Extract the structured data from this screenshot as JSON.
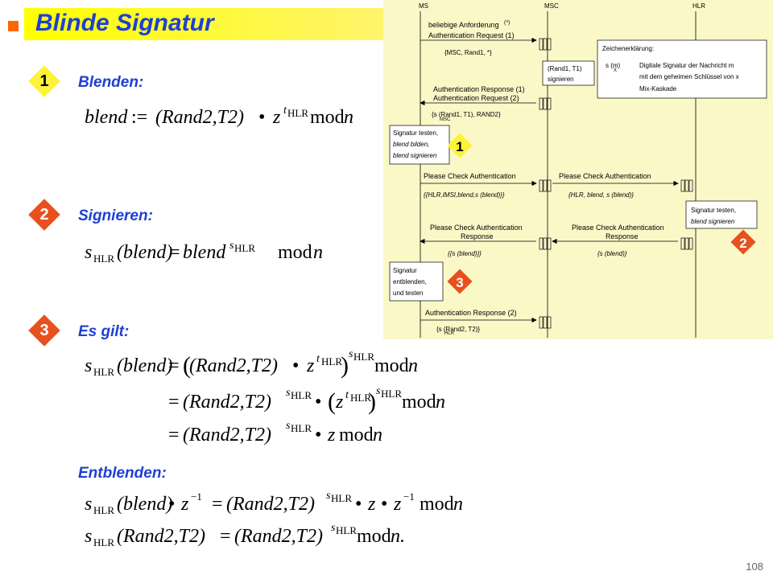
{
  "slide": {
    "title": "Blinde Signatur",
    "page_number": "108",
    "colors": {
      "title_text": "#1e3fd6",
      "title_bar": "#ffff00",
      "bullet": "#ff6600",
      "badge_yellow": "#fdf23a",
      "badge_red": "#e8501e",
      "diagram_bg": "#fbf8c8"
    }
  },
  "steps": [
    {
      "number": "1",
      "label": "Blenden:"
    },
    {
      "number": "2",
      "label": "Signieren:"
    },
    {
      "number": "3",
      "label": "Es gilt:"
    },
    {
      "label": "Entblenden:"
    }
  ],
  "formulas": {
    "blend": {
      "lhs": "blend",
      "def": ":=",
      "rand": "(Rand2,T2)",
      "z": "z",
      "sup_t": "t",
      "sup_sub": "HLR",
      "mod": "mod",
      "n": "n"
    },
    "sign": {
      "s": "s",
      "s_sub": "HLR",
      "arg": "(blend)",
      "eq": "=",
      "blend": "blend",
      "sup_s": "s",
      "sup_sub": "HLR",
      "mod": "mod",
      "n": "n"
    },
    "gilt": {
      "line1_lhs": "s",
      "line1_sub": "HLR",
      "line1_arg": "(blend)",
      "rand": "(Rand2,T2)",
      "z": "z",
      "t": "t",
      "hlr": "HLR",
      "s": "s",
      "mod": "mod",
      "n": "n",
      "eq": "="
    },
    "entblend": {
      "sub": "HLR",
      "blend_arg": "(blend)",
      "inv": "−1",
      "rand_arg": "(Rand2,T2)",
      "n_dot": "n."
    }
  },
  "sequence": {
    "actors": [
      "MS",
      "MSC",
      "HLR"
    ],
    "legend": {
      "title": "Zeichenerklärung:",
      "rows": [
        {
          "sym": "s (m)",
          "sub": "X",
          "text": "Digitale Signatur der Nachricht m"
        },
        {
          "sym": "",
          "text": "mit dem geheimen Schlüssel von x"
        },
        {
          "sym": "",
          "text": "Mix-Kaskade"
        }
      ]
    },
    "messages": [
      {
        "line1": "beliebige Anforderung",
        "line1_sup": "(*)",
        "line2": "Authentication Request (1)"
      },
      {
        "text": "{MSC, Rand1, *}"
      },
      {
        "text1": "Authentication Response (1)",
        "text2": "Authentication Request (2)"
      },
      {
        "text": "{s (Rand1, T1), RAND2}",
        "sub": "MSC"
      },
      {
        "left": "Please Check Authentication",
        "right": "Please Check Authentication"
      },
      {
        "left_sub": "{{HLR,IMSI,blend,s (blend)}}",
        "right_sub": "{HLR, blend, s (blend)}",
        "sub": "MS"
      },
      {
        "left": "Please Check Authentication",
        "left2": "Response",
        "right": "Please Check Authentication",
        "right2": "Response"
      },
      {
        "left_sub": "{{s (blend)}}",
        "right_sub": "{s (blend)}",
        "sub": "HLR"
      },
      {
        "text": "Authentication Response (2)"
      },
      {
        "text": "{s (Rand2, T2)}",
        "sub": "HLR"
      }
    ],
    "boxes": {
      "msc_sign": [
        "(Rand1, T1)",
        "signieren"
      ],
      "ms_test": [
        "Signatur testen,",
        "blend bilden,",
        "blend signieren"
      ],
      "hlr_test": [
        "Signatur testen,",
        "blend signieren"
      ],
      "ms_unblind": [
        "Signatur",
        "entblenden,",
        "und testen"
      ]
    },
    "badges": [
      "1",
      "2",
      "3"
    ]
  }
}
